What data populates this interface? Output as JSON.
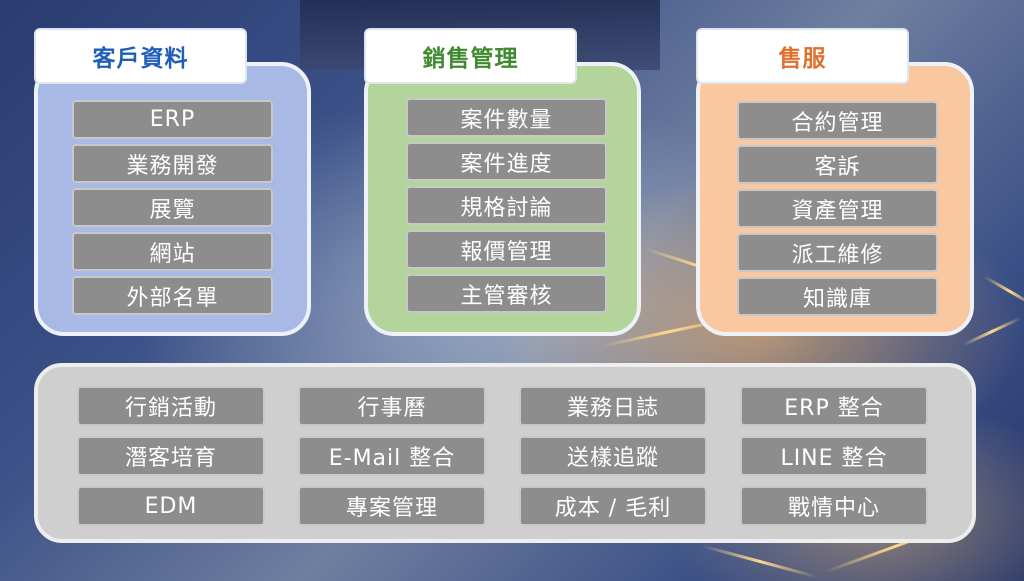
{
  "panels": {
    "customer": {
      "title": "客戶資料",
      "items": [
        "ERP",
        "業務開發",
        "展覽",
        "網站",
        "外部名單"
      ]
    },
    "sales": {
      "title": "銷售管理",
      "items": [
        "案件數量",
        "案件進度",
        "規格討論",
        "報價管理",
        "主管審核"
      ]
    },
    "service": {
      "title": "售服",
      "items": [
        "合約管理",
        "客訴",
        "資產管理",
        "派工維修",
        "知識庫"
      ]
    }
  },
  "bottom": {
    "items": [
      "行銷活動",
      "行事曆",
      "業務日誌",
      "ERP 整合",
      "潛客培育",
      "E-Mail 整合",
      "送樣追蹤",
      "LINE 整合",
      "EDM",
      "專案管理",
      "成本 / 毛利",
      "戰情中心"
    ]
  },
  "colors": {
    "customer_accent": "#1f5fb8",
    "sales_accent": "#3f8a2e",
    "service_accent": "#e0702e",
    "customer_panel": "#a9b9e6",
    "sales_panel": "#b3d49b",
    "service_panel": "#f9c7a0",
    "item_fill": "#8d8d8d"
  }
}
